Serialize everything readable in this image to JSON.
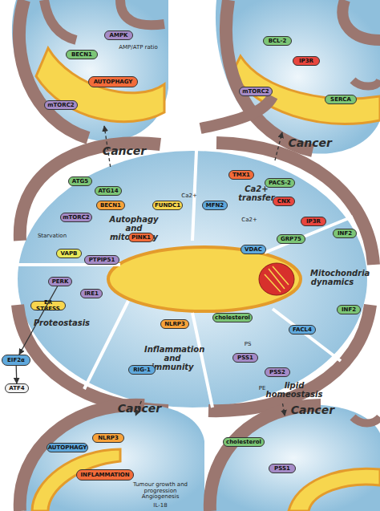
{
  "diagram": {
    "nodes": [
      {
        "text": []
      },
      {
        "text": [
          "BECN1"
        ],
        "in": 0
      },
      {
        "text": [
          "AUTOPHAGY"
        ],
        "in": 0
      },
      {
        "text": [
          "mTORC2"
        ],
        "in": 0
      },
      {
        "text": [
          "AMPK"
        ],
        "in": 0
      },
      {
        "text": []
      },
      {
        "text": [
          "BCL-2"
        ],
        "in": 5
      },
      {
        "text": [
          "IP3R"
        ],
        "in": 5
      },
      {
        "text": [
          "SERCA"
        ],
        "in": 5
      },
      {
        "text": [
          "mTORC2"
        ],
        "in": 5
      },
      {
        "text": []
      },
      {
        "text": [
          "NLRP3"
        ],
        "in": 10
      },
      {
        "text": [
          "INFLAMMATION"
        ],
        "in": 10
      },
      {
        "text": [
          "AUTOPHAGY"
        ],
        "in": 10
      },
      {
        "text": []
      },
      {
        "text": [
          "cholesterol"
        ],
        "in": 14
      },
      {
        "text": [
          "PSS1"
        ],
        "in": 14
      },
      {
        "text": []
      },
      {
        "text": [
          "Autophagy and mitophagy"
        ],
        "in": 17
      },
      {
        "text": [
          "ATG5"
        ],
        "in": 18
      },
      {
        "text": [
          "ATG14"
        ],
        "in": 18
      },
      {
        "text": [
          "BECN1"
        ],
        "in": 18
      },
      {
        "text": [
          "FUNDC1"
        ],
        "in": 18
      },
      {
        "text": [
          "PINK1"
        ],
        "in": 18
      },
      {
        "text": [
          "VAPB"
        ],
        "in": 18
      },
      {
        "text": [
          "PTPIP51"
        ],
        "in": 18
      },
      {
        "text": [
          "mTORC2"
        ],
        "in": 18
      },
      {
        "text": [
          "Ca2+ transfer"
        ],
        "in": 17
      },
      {
        "text": [
          "MFN2"
        ],
        "in": 27
      },
      {
        "text": [
          "TMX1"
        ],
        "in": 27
      },
      {
        "text": [
          "PACS-2"
        ],
        "in": 27
      },
      {
        "text": [
          "CNX"
        ],
        "in": 27
      },
      {
        "text": [
          "IP3R"
        ],
        "in": 27
      },
      {
        "text": [
          "GRP75"
        ],
        "in": 27
      },
      {
        "text": [
          "VDAC"
        ],
        "in": 27
      },
      {
        "text": [
          "Mitochondria dynamics"
        ],
        "in": 17
      },
      {
        "text": [
          "INF2"
        ],
        "in": 35
      },
      {
        "text": [
          "INF2"
        ],
        "in": 35
      },
      {
        "text": [
          "lipid homeostasis"
        ],
        "in": 17
      },
      {
        "text": [
          "PSS1"
        ],
        "in": 38
      },
      {
        "text": [
          "PSS2"
        ],
        "in": 38
      },
      {
        "text": [
          "cholesterol"
        ],
        "in": 38
      },
      {
        "text": [
          "FACL4"
        ],
        "in": 38
      },
      {
        "text": [
          "Inflammation and immunity"
        ],
        "in": 17
      },
      {
        "text": [
          "RIG-1"
        ],
        "in": 43
      },
      {
        "text": [
          "NLRP3"
        ],
        "in": 43
      },
      {
        "text": [
          "Proteostasis"
        ],
        "in": 17
      },
      {
        "text": [
          "PERK"
        ],
        "in": 46
      },
      {
        "text": [
          "IRE1"
        ],
        "in": 46
      },
      {
        "text": [
          "ER STRESS"
        ],
        "in": 46
      },
      {
        "text": [
          "EIF2α"
        ]
      },
      {
        "text": [
          "ATF4"
        ]
      }
    ],
    "edges": [
      {
        "from": 18,
        "to": 0,
        "arrow": "to",
        "label": "Cancer"
      },
      {
        "from": 27,
        "to": 5,
        "arrow": "to",
        "label": "Cancer"
      },
      {
        "from": 43,
        "to": 10,
        "arrow": "to",
        "label": "Cancer"
      },
      {
        "from": 38,
        "to": 14,
        "arrow": "to",
        "label": "Cancer"
      },
      {
        "from": 47,
        "to": 50,
        "arrow": "to"
      },
      {
        "from": 50,
        "to": 51,
        "arrow": "to"
      }
    ],
    "labels": [
      "Tumour growth and progression",
      "Angiogenesis",
      "IL-18",
      "AMP/ATP ratio",
      "Ca2+",
      "Ca2+",
      "PS",
      "PE",
      "Starvation"
    ]
  }
}
